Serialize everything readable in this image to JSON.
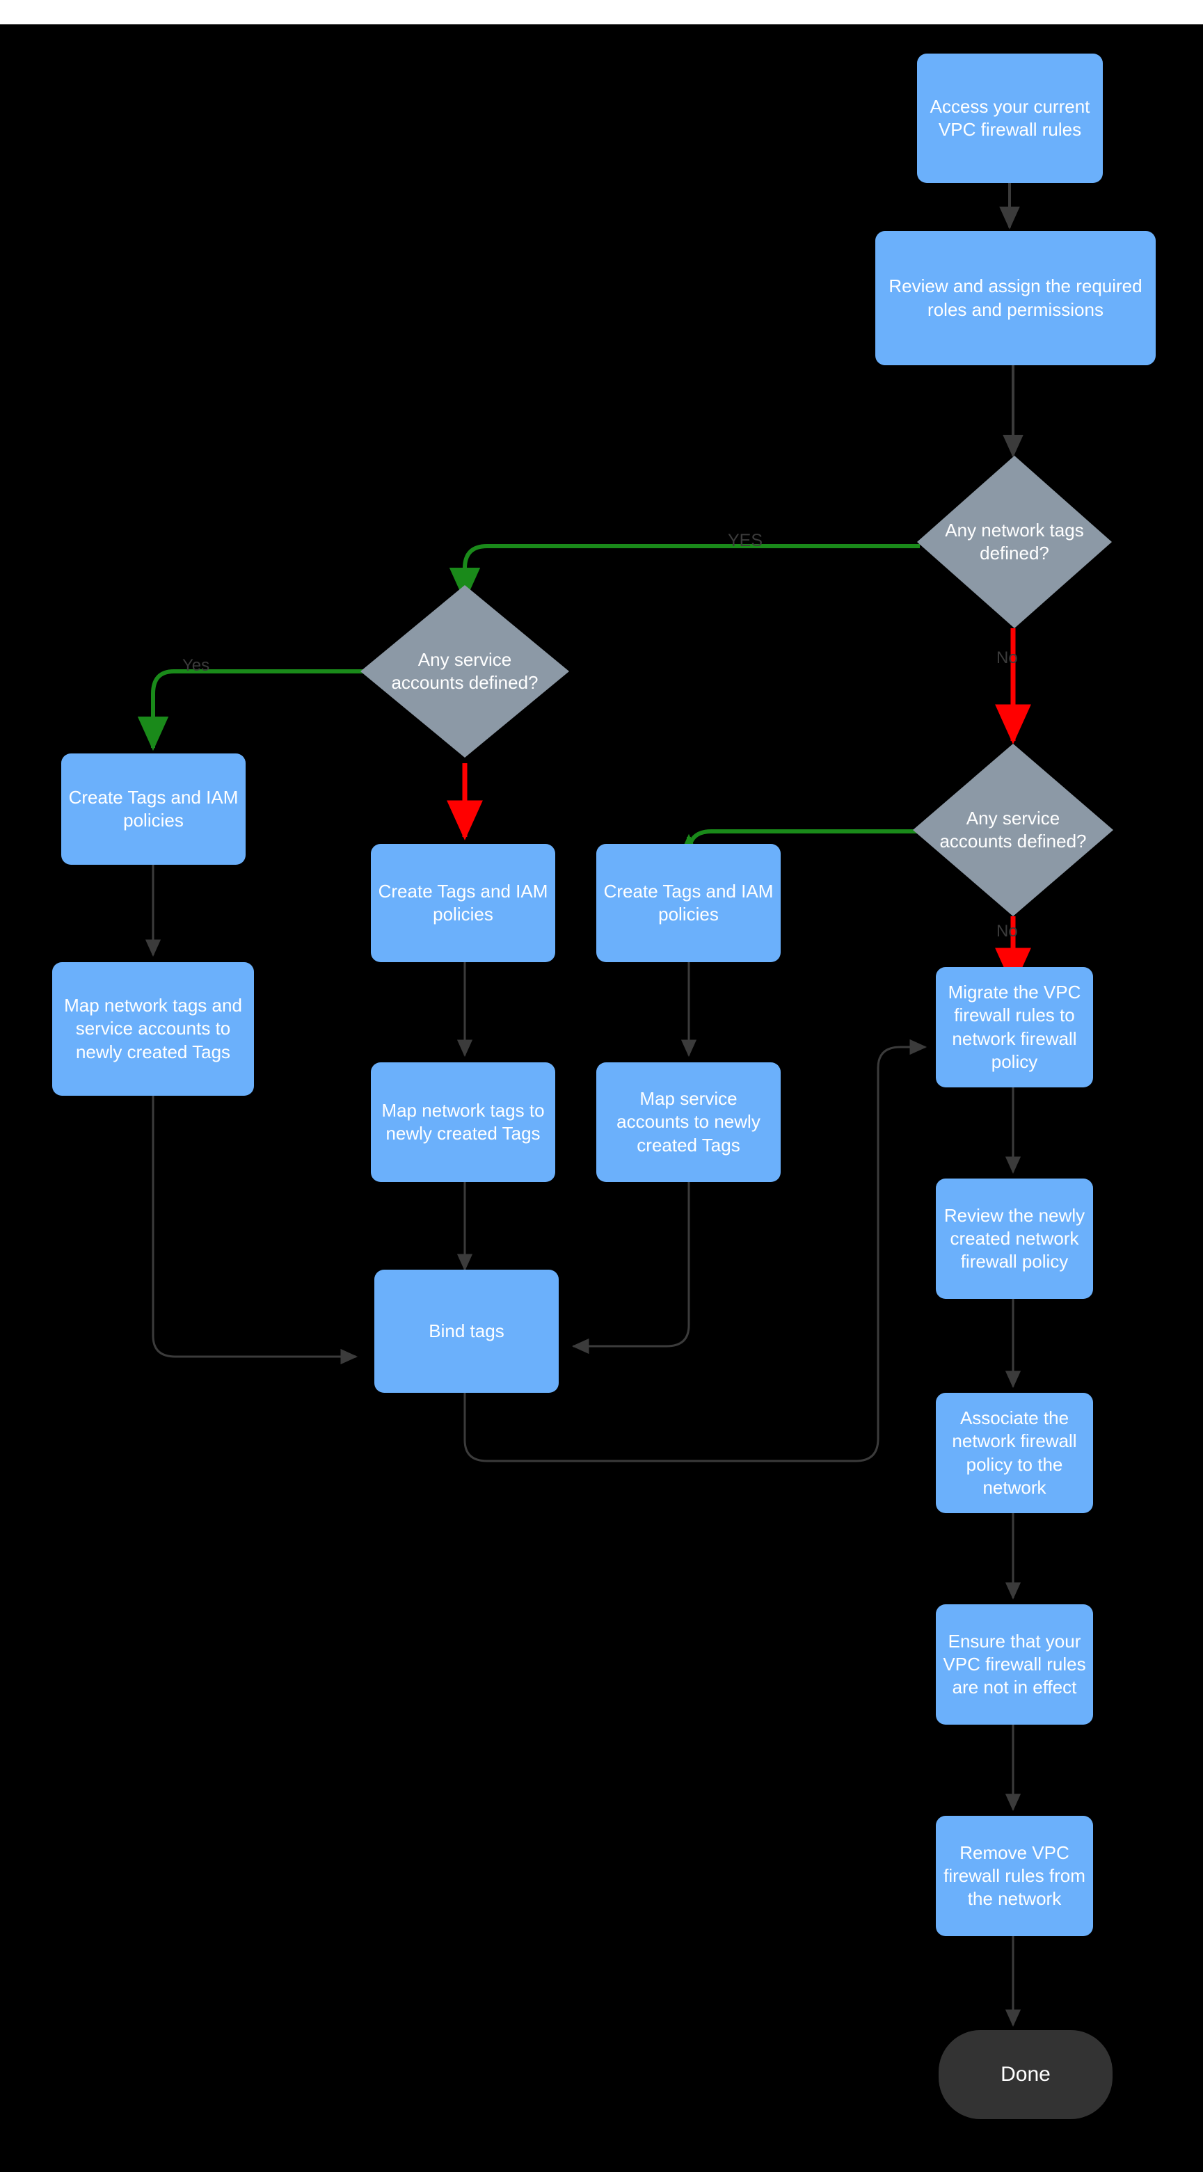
{
  "diagram": {
    "title": "VPC firewall rules to network firewall policy migration flowchart",
    "background_color": "#000000",
    "process_color": "#6bb0fb",
    "decision_color": "#8c99a6",
    "terminal_color": "#333333",
    "yes_edge_color": "#1a8a1a",
    "no_edge_color": "#ff0000",
    "default_edge_color": "#3b3b3b",
    "text_color": "#ffffff",
    "label_color": "#3b3b3b"
  },
  "nodes": {
    "access_vpc": {
      "label": "Access your current VPC firewall rules",
      "type": "process"
    },
    "review_roles": {
      "label": "Review and assign the required roles and permissions",
      "type": "process"
    },
    "decision_network_tags": {
      "label": "Any network tags defined?",
      "type": "decision"
    },
    "decision_service_accounts_left": {
      "label": "Any service accounts defined?",
      "type": "decision"
    },
    "decision_service_accounts_right": {
      "label": "Any service accounts defined?",
      "type": "decision"
    },
    "create_tags_iam_left": {
      "label": "Create Tags and IAM policies",
      "type": "process"
    },
    "create_tags_iam_mid": {
      "label": "Create Tags and IAM policies",
      "type": "process"
    },
    "create_tags_iam_right": {
      "label": "Create Tags and IAM policies",
      "type": "process"
    },
    "map_both": {
      "label": "Map network tags and service accounts to newly created Tags",
      "type": "process"
    },
    "map_network_tags": {
      "label": "Map network tags to newly created Tags",
      "type": "process"
    },
    "map_service_accounts": {
      "label": "Map service accounts  to newly created Tags",
      "type": "process"
    },
    "bind_tags": {
      "label": "Bind tags",
      "type": "process"
    },
    "migrate_rules": {
      "label": "Migrate the VPC firewall rules to network firewall policy",
      "type": "process"
    },
    "review_policy": {
      "label": "Review the newly created network firewall policy",
      "type": "process"
    },
    "associate_policy": {
      "label": "Associate the network firewall policy to the network",
      "type": "process"
    },
    "ensure_not_in_effect": {
      "label": "Ensure that your VPC firewall rules are not in effect",
      "type": "process"
    },
    "remove_vpc_rules": {
      "label": "Remove  VPC firewall rules from the network",
      "type": "process"
    },
    "done": {
      "label": "Done",
      "type": "terminal"
    }
  },
  "edge_labels": {
    "yes_network_tags": "YES",
    "no_network_tags": "No",
    "yes_service_accounts_left": "Yes",
    "no_service_accounts_left": "",
    "no_service_accounts_right": "No"
  }
}
